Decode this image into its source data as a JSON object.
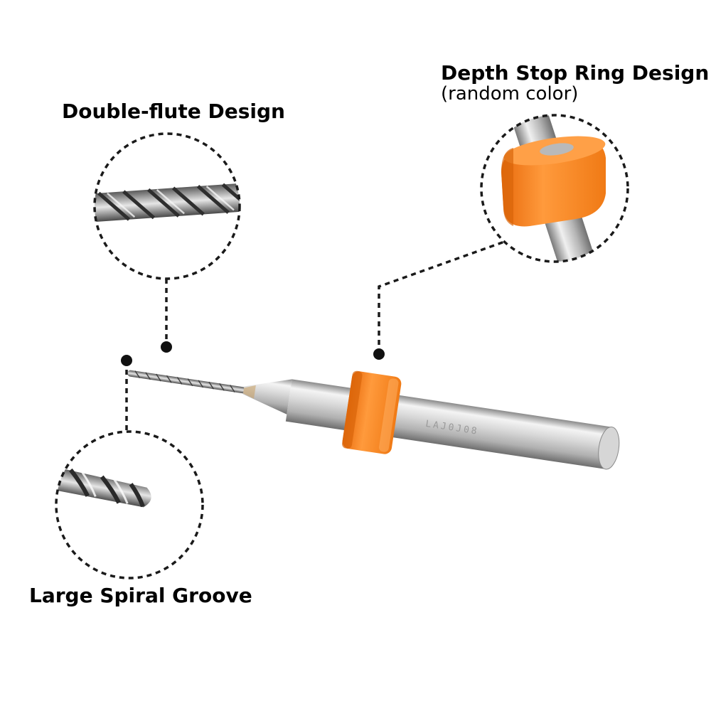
{
  "callouts": {
    "double_flute": {
      "title": "Double-flute Design"
    },
    "depth_stop": {
      "title": "Depth Stop Ring Design",
      "subtitle": "(random color)"
    },
    "spiral_groove": {
      "title": "Large Spiral Groove"
    }
  },
  "product": {
    "shank_marking": "LAJ0J08"
  },
  "colors": {
    "ring_orange": "#f97f1c",
    "ring_shadow": "#d9650a",
    "steel_light": "#f2f2f2",
    "steel_mid": "#c8c8c8",
    "steel_dark": "#7a7a7a",
    "callout_line": "#1a1a1a"
  }
}
